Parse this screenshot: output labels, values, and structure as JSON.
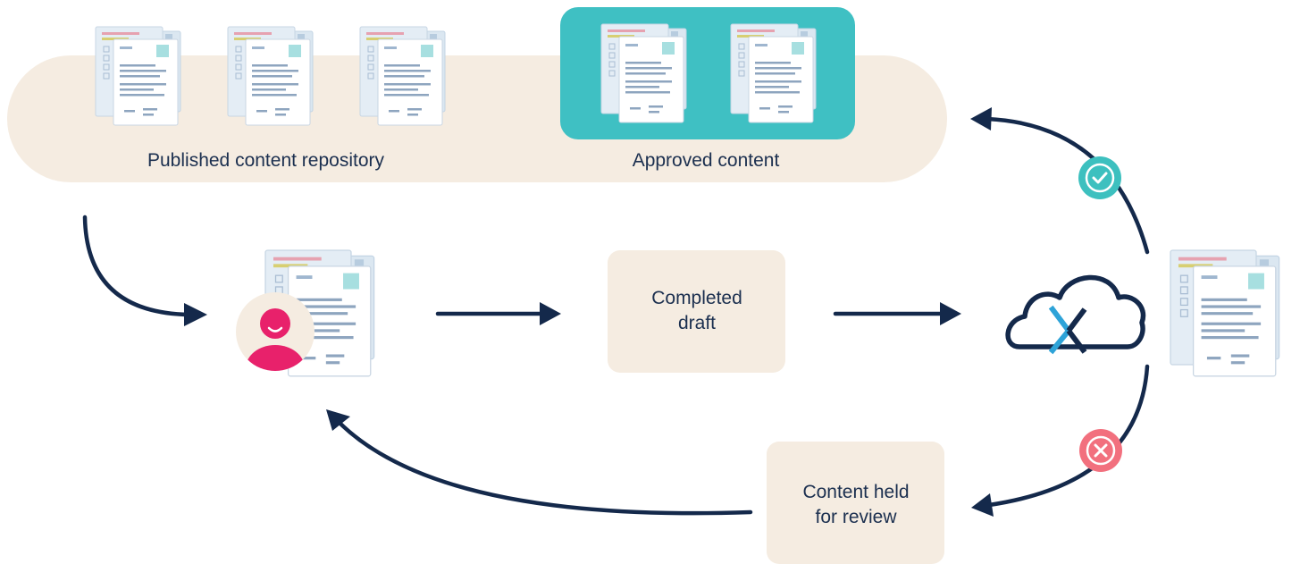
{
  "labels": {
    "repository": "Published content repository",
    "approved": "Approved content",
    "draft_line1": "Completed",
    "draft_line2": "draft",
    "held_line1": "Content held",
    "held_line2": "for review"
  },
  "colors": {
    "cream": "#f5ece1",
    "teal": "#3fc0c3",
    "navy": "#14294b",
    "pink": "#e8216b",
    "check_badge": "#3dc0bf",
    "cross_badge": "#f2707e",
    "logo_blue": "#2ea3d8"
  },
  "icons": {
    "approve": "check-circle-icon",
    "reject": "x-circle-icon",
    "author": "person-avatar-icon",
    "cms": "cloud-x-logo-icon"
  }
}
